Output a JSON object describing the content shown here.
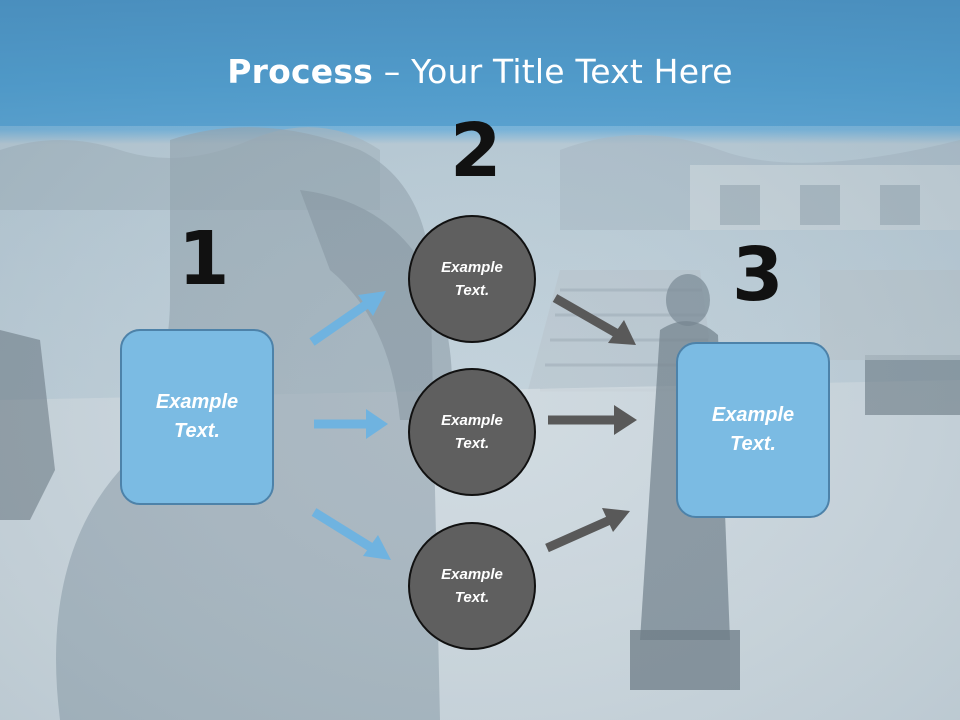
{
  "title": {
    "bold": "Process",
    "rest": " – Your Title Text Here"
  },
  "steps": [
    {
      "number": "1",
      "text": "Example Text."
    },
    {
      "number": "2",
      "items": [
        "Example Text.",
        "Example Text.",
        "Example Text."
      ]
    },
    {
      "number": "3",
      "text": "Example Text."
    }
  ],
  "colors": {
    "box_fill": "#7bbbe3",
    "circle_fill": "#5f5f5f",
    "blue_arrow": "#6fb3e0",
    "gray_arrow": "#595959",
    "header_band": "#4a9fd3"
  }
}
